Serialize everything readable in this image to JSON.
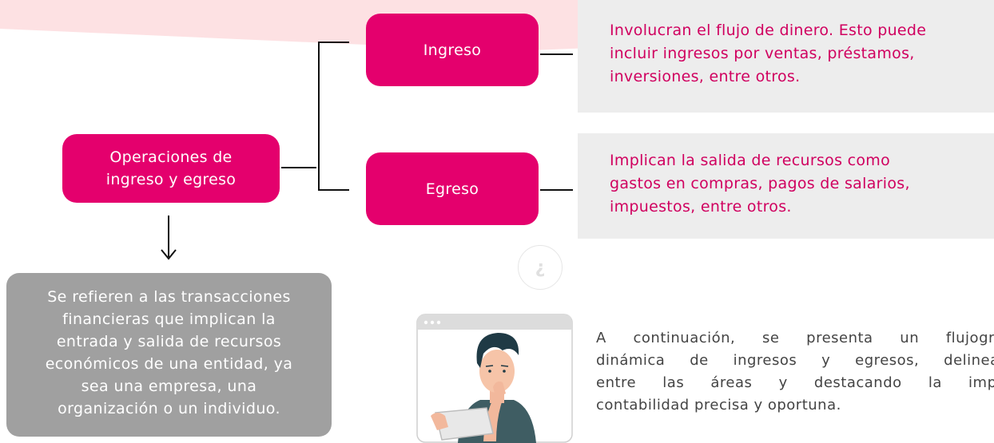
{
  "flow": {
    "main_node": "Operaciones de ingreso y egreso",
    "main_node_lines": [
      "Operaciones de",
      "ingreso y egreso"
    ],
    "branches": [
      {
        "label": "Ingreso",
        "description_lines": [
          "Involucran el flujo de dinero. Esto puede",
          "incluir ingresos por ventas, préstamos,",
          "inversiones, entre otros."
        ]
      },
      {
        "label": "Egreso",
        "description_lines": [
          "Implican la salida de recursos como",
          "gastos en compras, pagos de salarios,",
          "impuestos, entre otros."
        ]
      }
    ],
    "definition_lines": [
      "Se refieren a las transacciones",
      "financieras que implican la",
      "entrada y salida de recursos",
      "económicos de una entidad, ya",
      "sea una empresa, una",
      "organización o un individuo."
    ]
  },
  "question_bubble": "¿",
  "info_text_lines": [
    "A continuación, se presenta un flujograma",
    "dinámica de ingresos y egresos, delineando",
    "entre las áreas y destacando la importa",
    "contabilidad precisa y oportuna."
  ],
  "colors": {
    "accent": "#e4006d",
    "description_text": "#d0005f",
    "description_bg": "#ededed",
    "definition_bg": "#a0a0a0",
    "banner": "#fde1e3"
  }
}
